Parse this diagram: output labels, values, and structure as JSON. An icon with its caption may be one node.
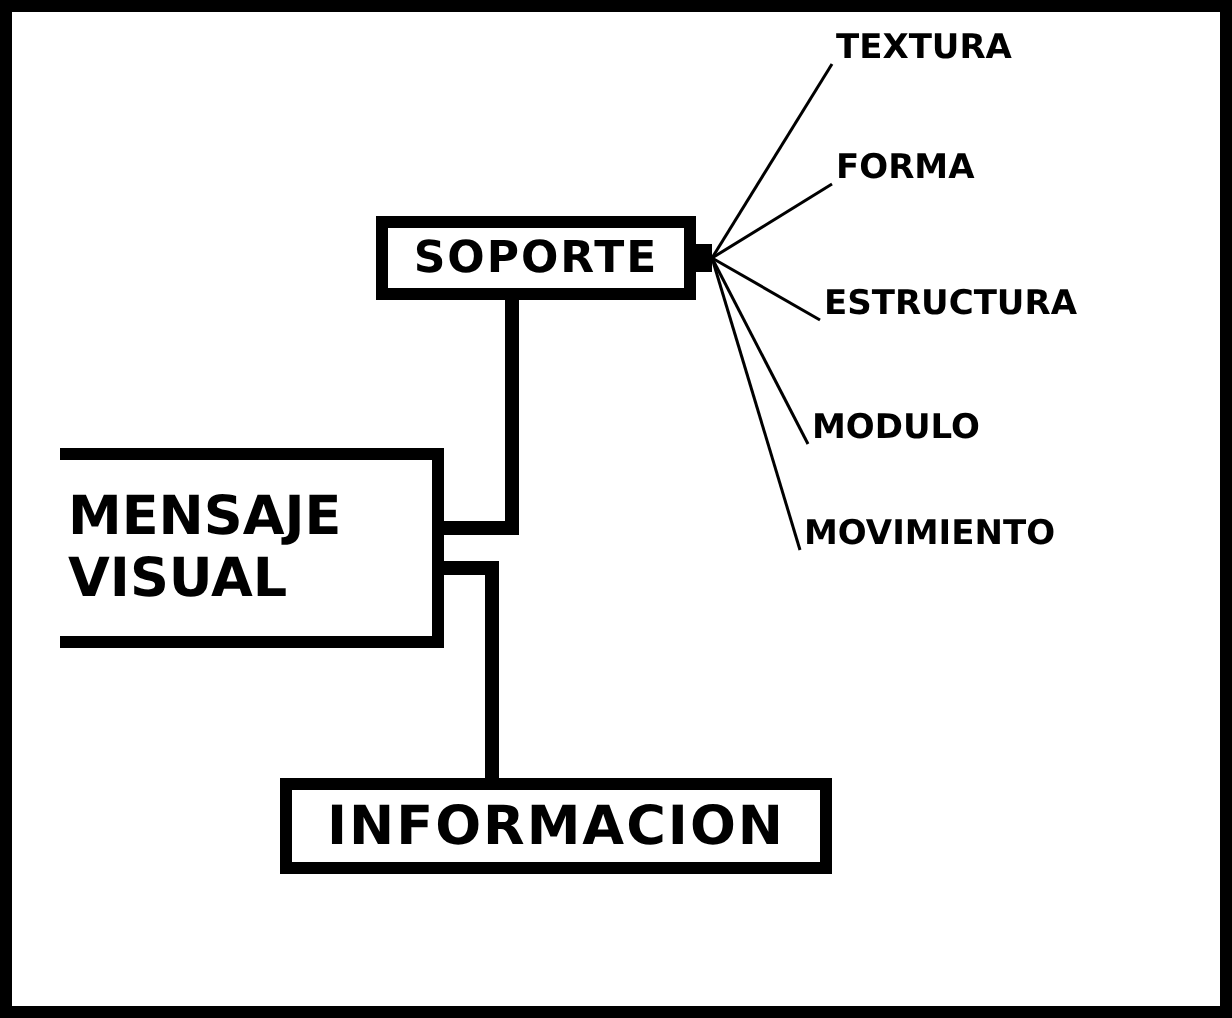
{
  "diagram": {
    "nodes": [
      {
        "text": [
          "SOPORTE"
        ]
      },
      {
        "text": [
          "TEXTURA"
        ]
      },
      {
        "text": [
          "FORMA"
        ]
      },
      {
        "text": [
          "ESTRUCTURA"
        ]
      },
      {
        "text": [
          "MODULO"
        ]
      },
      {
        "text": [
          "MOVIMIENTO"
        ]
      },
      {
        "text": [
          "MENSAJE VISUAL"
        ]
      },
      {
        "text": [
          "INFORMACION"
        ]
      }
    ],
    "edges": [
      {
        "from": 0,
        "to": 6,
        "arrow": "none",
        "style": "thick"
      },
      {
        "from": 6,
        "to": 7,
        "arrow": "none",
        "style": "thick"
      },
      {
        "from": 0,
        "to": 1,
        "arrow": "none"
      },
      {
        "from": 0,
        "to": 2,
        "arrow": "none"
      },
      {
        "from": 0,
        "to": 3,
        "arrow": "none"
      },
      {
        "from": 0,
        "to": 4,
        "arrow": "none"
      },
      {
        "from": 0,
        "to": 5,
        "arrow": "none"
      }
    ]
  }
}
